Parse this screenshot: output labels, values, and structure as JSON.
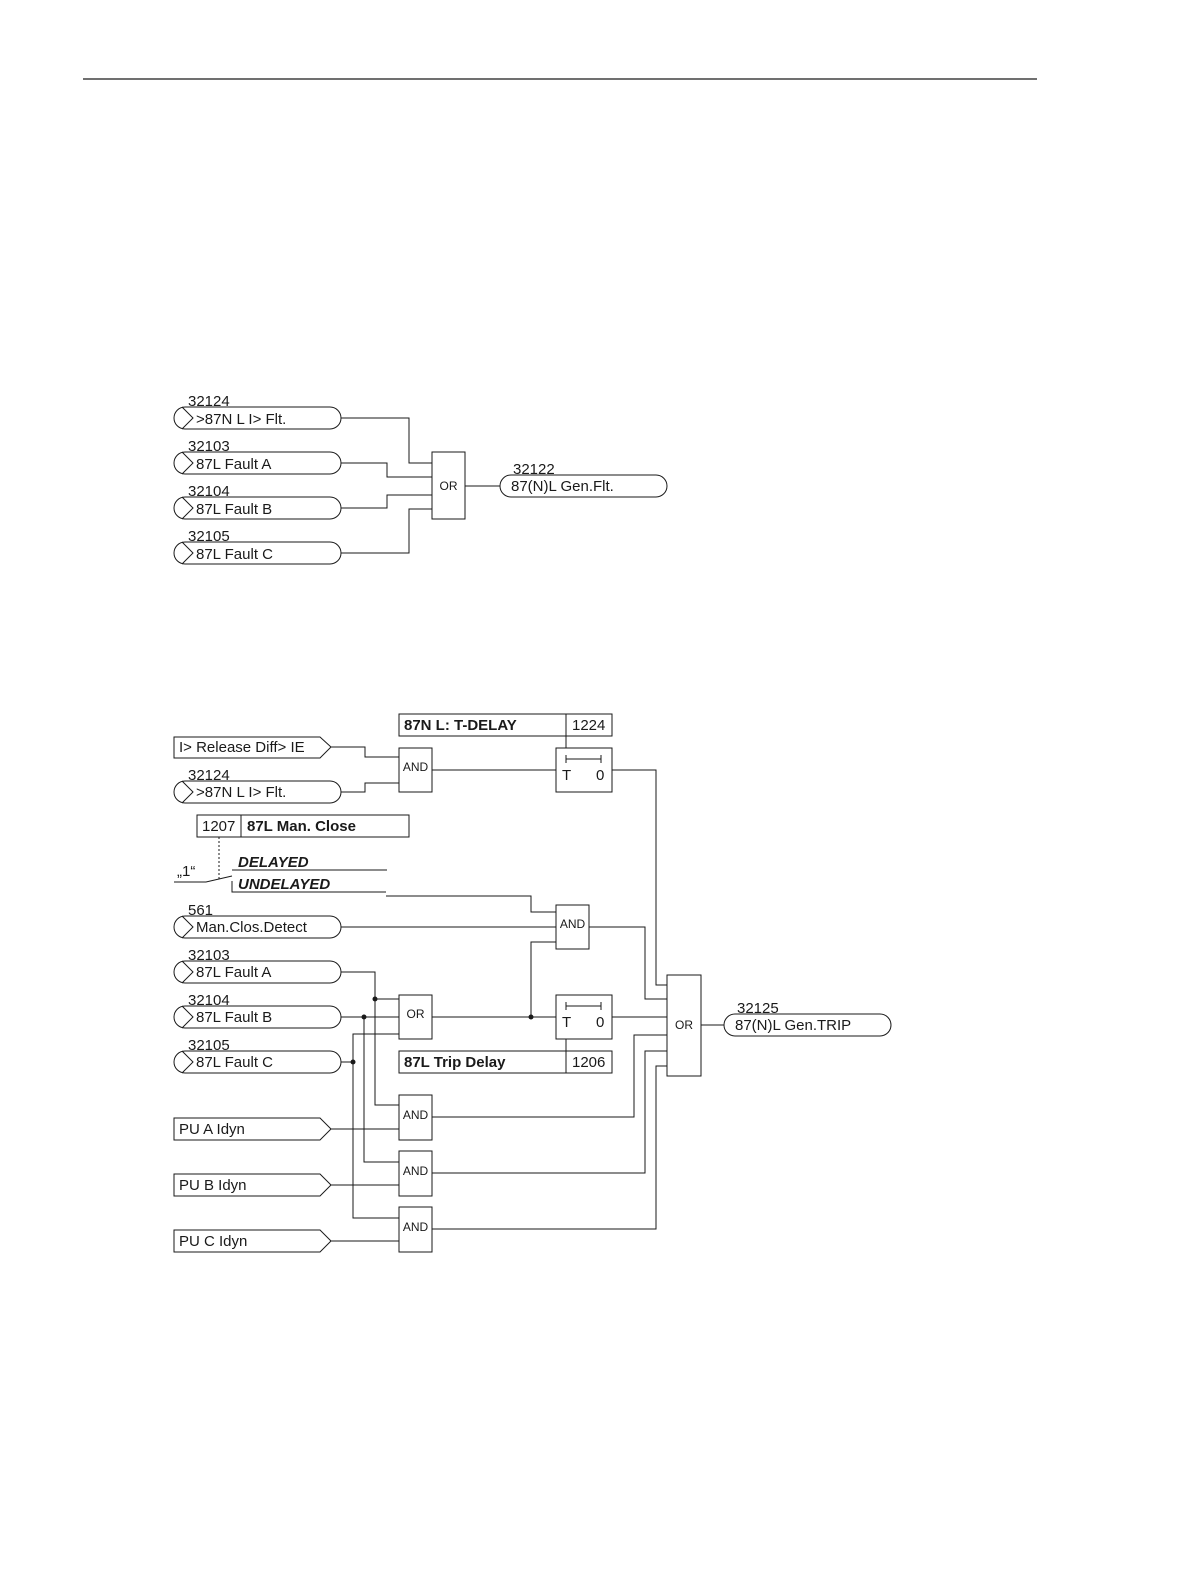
{
  "diagram1": {
    "inputs": [
      {
        "number": "32124",
        "label": ">87N L I> Flt."
      },
      {
        "number": "32103",
        "label": "87L Fault A"
      },
      {
        "number": "32104",
        "label": "87L Fault B"
      },
      {
        "number": "32105",
        "label": "87L Fault C"
      }
    ],
    "or_gate": "OR",
    "output": {
      "number": "32122",
      "label": "87(N)L Gen.Flt."
    }
  },
  "diagram2": {
    "release_input": "I> Release Diff> IE",
    "flt_input": {
      "number": "32124",
      "label": ">87N L I> Flt."
    },
    "and_gate": "AND",
    "tdelay": {
      "name": "87N L: T-DELAY",
      "number": "1224",
      "t": "T",
      "zero": "0"
    },
    "man_close": {
      "number": "1207",
      "name": "87L Man. Close"
    },
    "constant_one": "„1“",
    "switch_delayed": "DELAYED",
    "switch_undelayed": "UNDELAYED",
    "man_clos_detect": {
      "number": "561",
      "label": "Man.Clos.Detect"
    },
    "fault_a": {
      "number": "32103",
      "label": "87L Fault A"
    },
    "fault_b": {
      "number": "32104",
      "label": "87L Fault B"
    },
    "fault_c": {
      "number": "32105",
      "label": "87L Fault C"
    },
    "or_gate": "OR",
    "trip_delay": {
      "name": "87L Trip Delay",
      "number": "1206",
      "t": "T",
      "zero": "0"
    },
    "pu_a": "PU A Idyn",
    "pu_b": "PU B Idyn",
    "pu_c": "PU C Idyn",
    "output": {
      "number": "32125",
      "label": "87(N)L Gen.TRIP"
    }
  }
}
